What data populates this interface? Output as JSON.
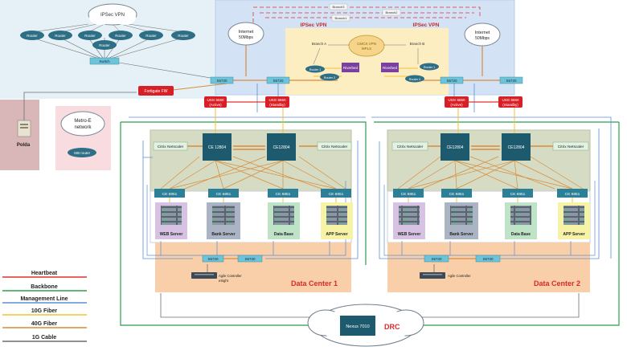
{
  "colors": {
    "heartbeat": "#e03030",
    "backbone": "#2e9e4f",
    "management": "#5b8fd6",
    "fiber10g": "#f2c230",
    "fiber40g": "#d98c3a",
    "cable1g": "#6d6d6d",
    "device": "#1e5a6e",
    "access": "#3aa0b8",
    "firewall": "#d91f26",
    "riverbed": "#7b3fa0",
    "router": "#2f6f86"
  },
  "vpn_area": {
    "cloud": "IPSec VPN",
    "routers": [
      "Router",
      "Router",
      "Router",
      "Router",
      "Router",
      "Router",
      "Router"
    ],
    "switch": "Switch"
  },
  "core_top": {
    "internet_left": [
      "Internet",
      "50Mbps"
    ],
    "internet_right": [
      "Internet",
      "50Mbps"
    ],
    "ipsec_left": "IPSec VPN",
    "ipsec_right": "IPSec VPN",
    "branches": [
      "Branch3",
      "Branch2",
      "Branch1"
    ],
    "branch_a": "Branch A",
    "branch_b": "Branch B",
    "mpls_cloud": [
      "CMCS VPN",
      "MPLS"
    ],
    "router1_left": "Router 1",
    "router2_left": "Router 2",
    "router1_right": "Router 1",
    "router2_right": "Router 2",
    "riverbed_left": "Riverbed",
    "riverbed_right": "Riverbed",
    "s5720": [
      "S5720",
      "S5720",
      "S5720",
      "S5720"
    ],
    "fortigate": "Fortigate FW"
  },
  "left_misc": {
    "polda": "Polda",
    "metro": [
      "Metro-E",
      "network"
    ],
    "sib_router": "SIB router"
  },
  "usg": [
    {
      "name": "USG 6650",
      "role": "(Active)"
    },
    {
      "name": "USG 6650",
      "role": "(Standby)"
    },
    {
      "name": "USG 6650",
      "role": "(Active)"
    },
    {
      "name": "USG 6650",
      "role": "(Standby)"
    }
  ],
  "dc1": {
    "title": "Data Center 1",
    "core": [
      "CE 12804",
      "CE12804"
    ],
    "netscaler": [
      "Citrix Netscaler",
      "Citrix Netscaler"
    ],
    "access": [
      "CE 6851",
      "CE 6851",
      "CE 6851",
      "CE 6851"
    ],
    "servers": [
      "WEB Server",
      "Bank Server",
      "Data Base",
      "APP Server"
    ],
    "mgmt": [
      "S5720",
      "S5720"
    ],
    "agile": [
      "Agile Controller",
      "eSight"
    ]
  },
  "dc2": {
    "title": "Data Center 2",
    "core": [
      "CE12804",
      "CE12804"
    ],
    "netscaler": [
      "Citrix Netscaler",
      "Citrix Netscaler"
    ],
    "access": [
      "CE 6851",
      "CE 6851",
      "CE 6851",
      "CE 6851"
    ],
    "servers": [
      "WEB Server",
      "Bank Server",
      "Data Base",
      "APP Server"
    ],
    "mgmt": [
      "S5720",
      "S5720"
    ],
    "agile": "Agile Controller"
  },
  "drc": {
    "device": "Nexus 7010",
    "label": "DRC"
  },
  "legend": [
    "Heartbeat",
    "Backbone",
    "Management Line",
    "10G Fiber",
    "40G Fiber",
    "1G Cable"
  ]
}
